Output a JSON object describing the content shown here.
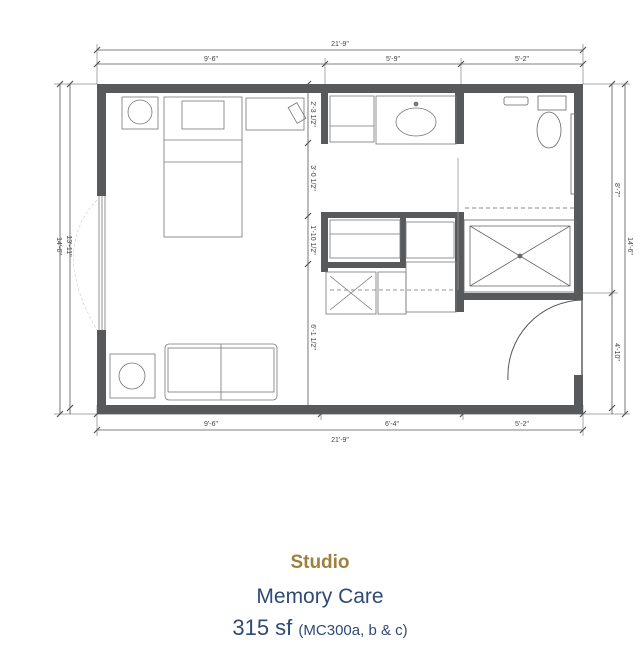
{
  "caption": {
    "title": "Studio",
    "subtitle": "Memory Care",
    "area": "315 sf",
    "area_note": "(MC300a, b & c)"
  },
  "dimensions": {
    "top_overall": "21'-9\"",
    "top_left": "9'-6\"",
    "top_middle": "5'-9\"",
    "top_right": "5'-2\"",
    "bottom_left": "9'-6\"",
    "bottom_middle": "6'-4\"",
    "bottom_right": "5'-2\"",
    "bottom_overall": "21'-9\"",
    "left_outer": "14'-6\"",
    "left_inner": "13'-11\"",
    "right_outer": "14'-6\"",
    "right_upper": "8'-7\"",
    "right_lower": "4'-10\"",
    "mid_1": "2'-3 1/2\"",
    "mid_2": "3'-0 1/2\"",
    "mid_3": "1'-10 1/2\"",
    "mid_4": "6'-1 1/2\""
  },
  "colors": {
    "wall": "#58595b",
    "fixture_line": "#666666",
    "title": "#a0803f",
    "subtitle": "#2f4a77"
  }
}
